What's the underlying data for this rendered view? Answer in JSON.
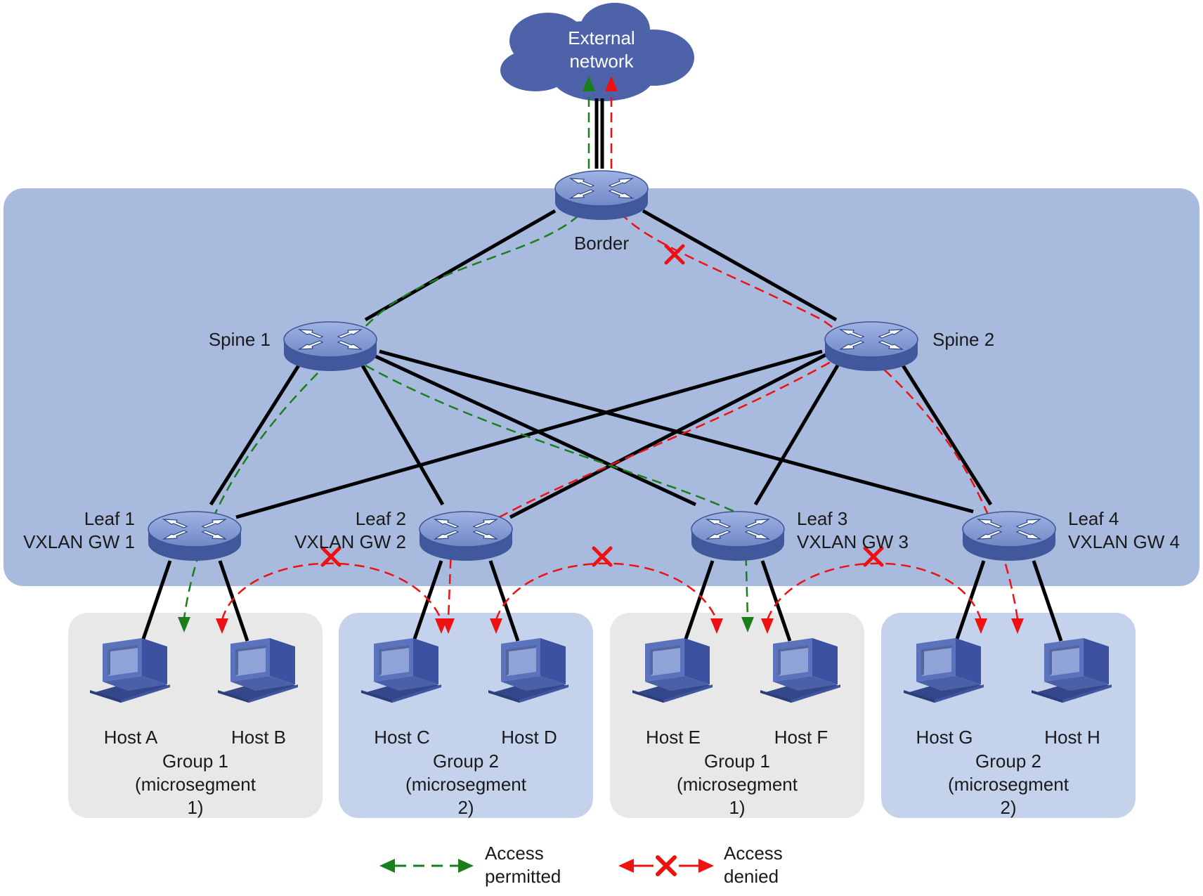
{
  "cloud": {
    "line1": "External",
    "line2": "network"
  },
  "devices": {
    "border": {
      "label": "Border"
    },
    "spine1": {
      "label": "Spine 1"
    },
    "spine2": {
      "label": "Spine 2"
    },
    "leaf1": {
      "line1": "Leaf 1",
      "line2": "VXLAN GW 1"
    },
    "leaf2": {
      "line1": "Leaf 2",
      "line2": "VXLAN GW 2"
    },
    "leaf3": {
      "line1": "Leaf 3",
      "line2": "VXLAN GW 3"
    },
    "leaf4": {
      "line1": "Leaf 4",
      "line2": "VXLAN GW 4"
    }
  },
  "hosts": [
    "Host A",
    "Host B",
    "Host C",
    "Host D",
    "Host E",
    "Host F",
    "Host G",
    "Host H"
  ],
  "groups": [
    {
      "line1": "Group 1",
      "line2": "(microsegment",
      "line3": "1)"
    },
    {
      "line1": "Group 2",
      "line2": "(microsegment",
      "line3": "2)"
    },
    {
      "line1": "Group 1",
      "line2": "(microsegment",
      "line3": "1)"
    },
    {
      "line1": "Group 2",
      "line2": "(microsegment",
      "line3": "2)"
    }
  ],
  "legend": {
    "permitted": {
      "line1": "Access",
      "line2": "permitted"
    },
    "denied": {
      "line1": "Access",
      "line2": "denied"
    }
  },
  "colors": {
    "fabric_bg": "#a8bbdf",
    "group_gray": "#e8e8e8",
    "group_blue": "#c5d2ec",
    "device": "#4c63a9",
    "cloud": "#4d62a8",
    "permitted": "#1a7f1a",
    "denied": "#ee1111"
  }
}
